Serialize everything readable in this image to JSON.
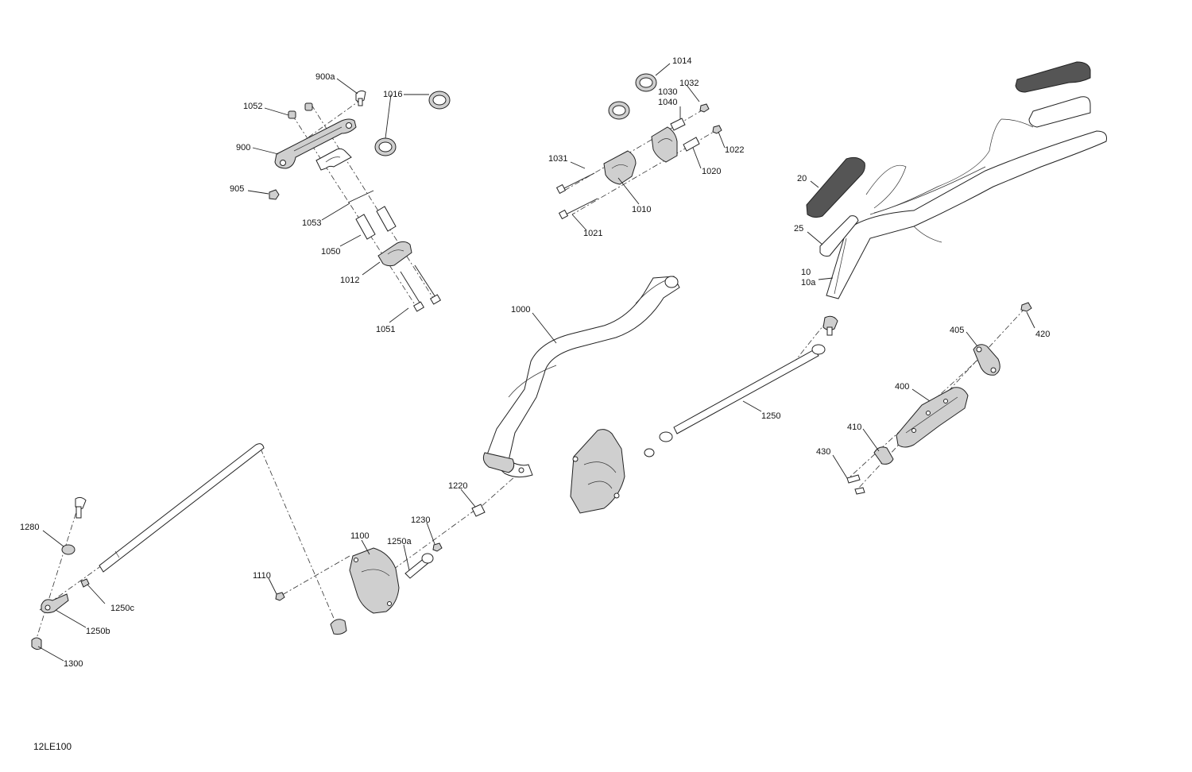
{
  "drawing_id": "12LE100",
  "labels": {
    "l900a": "900a",
    "l1052": "1052",
    "l900": "900",
    "l905": "905",
    "l1016": "1016",
    "l1053": "1053",
    "l1050": "1050",
    "l1012": "1012",
    "l1051": "1051",
    "l1014": "1014",
    "l1032": "1032",
    "l1030": "1030",
    "l1040": "1040",
    "l1031": "1031",
    "l1022": "1022",
    "l1020": "1020",
    "l1010": "1010",
    "l1021": "1021",
    "l20": "20",
    "l25": "25",
    "l10": "10",
    "l10a": "10a",
    "l1000": "1000",
    "l1250": "1250",
    "l405": "405",
    "l420": "420",
    "l400": "400",
    "l410": "410",
    "l430": "430",
    "l1220": "1220",
    "l1230": "1230",
    "l1250a": "1250a",
    "l1100": "1100",
    "l1110": "1110",
    "l1280": "1280",
    "l1250c": "1250c",
    "l1250b": "1250b",
    "l1300": "1300"
  }
}
